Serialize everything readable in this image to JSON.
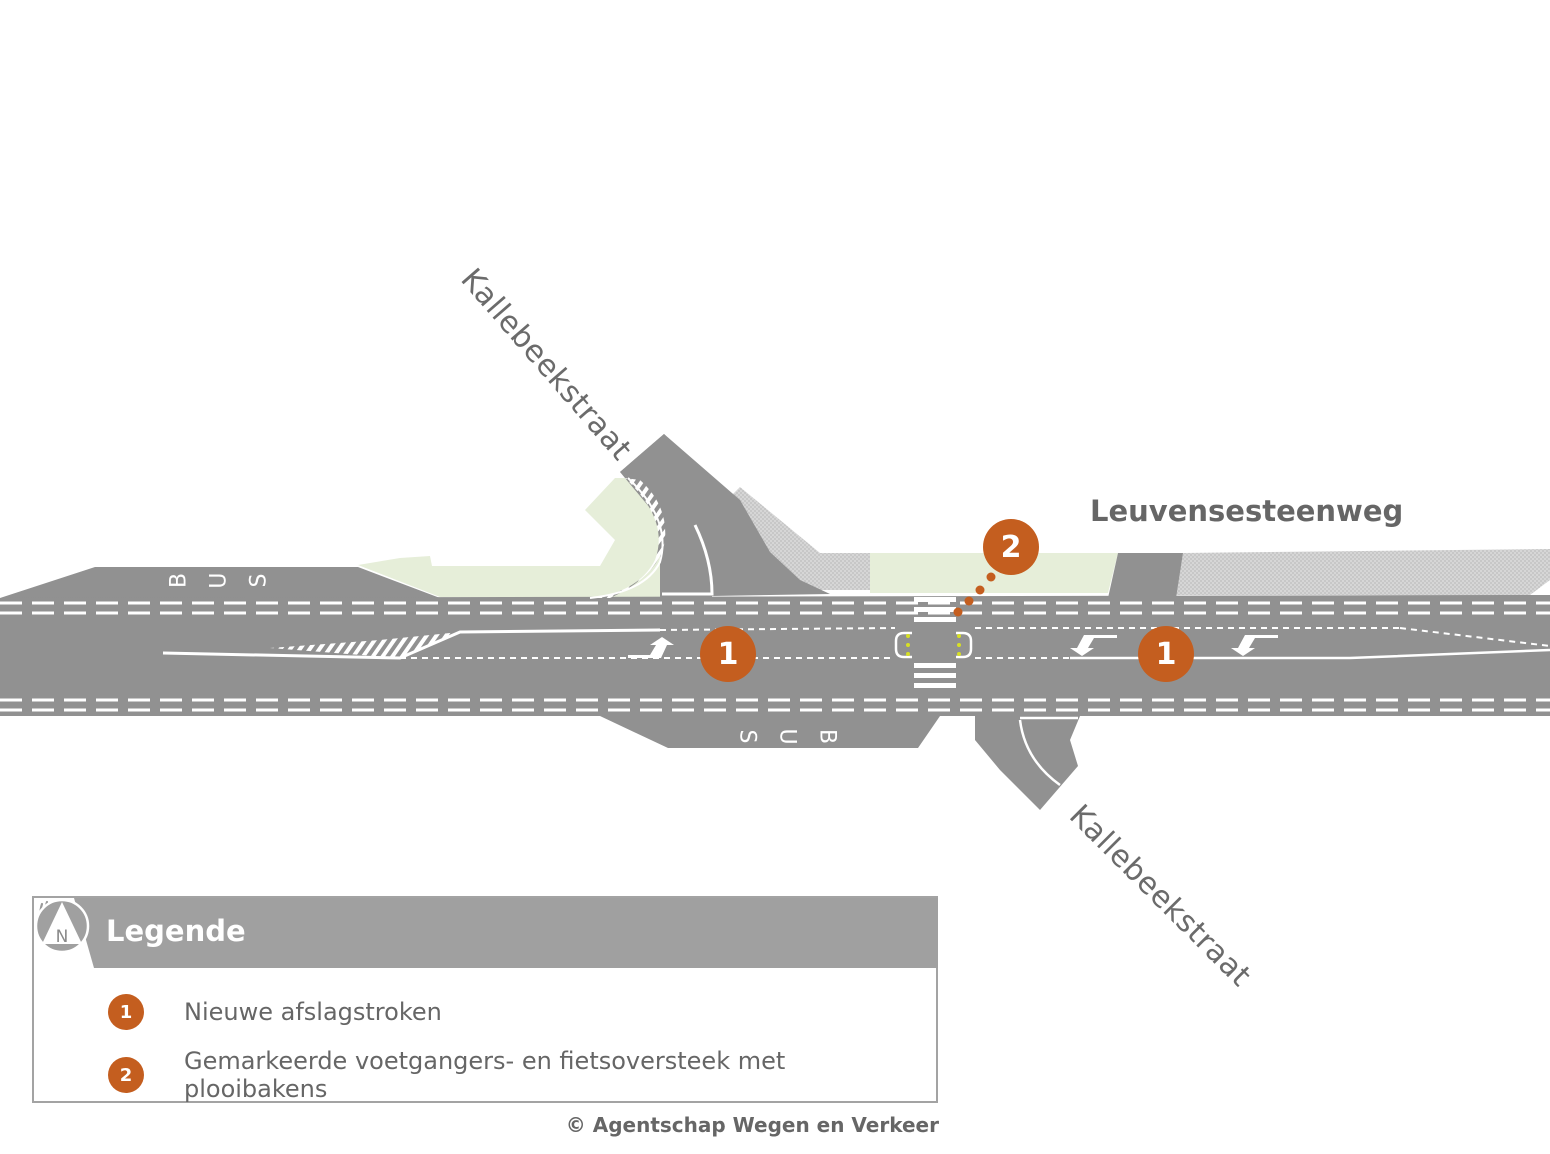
{
  "map": {
    "colors": {
      "road": "#919191",
      "green_area": "#e6eed9",
      "hatched_area": "#c9c9c9",
      "marking": "#ffffff",
      "marker": "#c45e1f",
      "beacon": "#d7e024",
      "text": "#6b6b6b"
    },
    "street_labels": {
      "main_road": "Leuvensesteenweg",
      "side_road_north": "Kallebeekstraat",
      "side_road_south": "Kallebeekstraat"
    },
    "road_markings": {
      "bus_lane_north": [
        "B",
        "U",
        "S"
      ],
      "bus_lane_south": [
        "S",
        "U",
        "B"
      ]
    },
    "markers": [
      {
        "id": "marker-1-west",
        "label": "1"
      },
      {
        "id": "marker-2-crossing",
        "label": "2"
      },
      {
        "id": "marker-1-east",
        "label": "1"
      }
    ]
  },
  "legend": {
    "title": "Legende",
    "logo_icon": "flemish-lion-logo",
    "compass_label": "N",
    "items": [
      {
        "number": "1",
        "text": "Nieuwe afslagstroken"
      },
      {
        "number": "2",
        "text": "Gemarkeerde voetgangers- en fietsoversteek met plooibakens"
      }
    ]
  },
  "copyright": "© Agentschap Wegen en Verkeer"
}
